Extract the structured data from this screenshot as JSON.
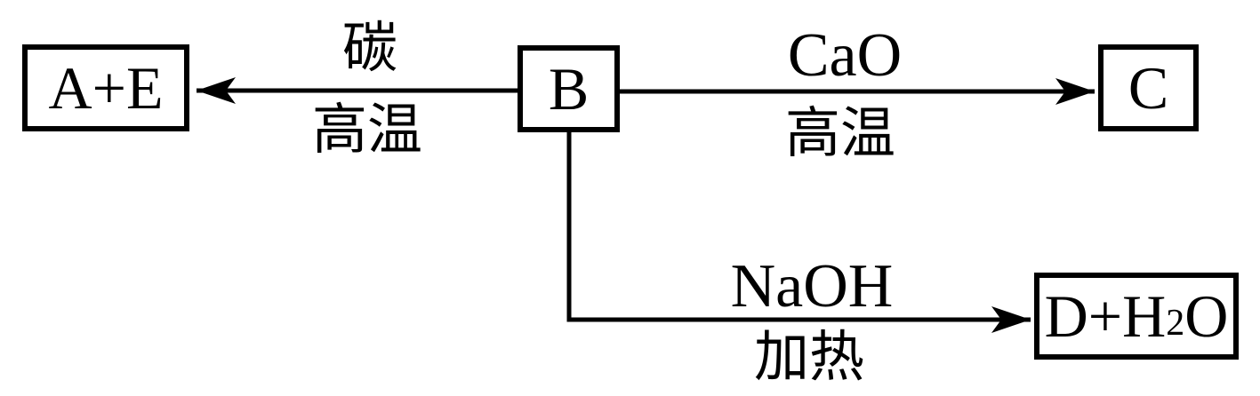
{
  "boxes": {
    "ae": "A+E",
    "b": "B",
    "c": "C",
    "d_main": "D+H",
    "d_sub": "2",
    "d_tail": "O"
  },
  "arrows": {
    "b_to_ae": {
      "label_top": "碳",
      "label_bottom": "高温"
    },
    "b_to_c": {
      "label_top": "CaO",
      "label_bottom": "高温"
    },
    "b_to_d": {
      "label_top": "NaOH",
      "label_bottom": "加热"
    }
  },
  "colors": {
    "line": "#000000",
    "background": "#ffffff"
  }
}
